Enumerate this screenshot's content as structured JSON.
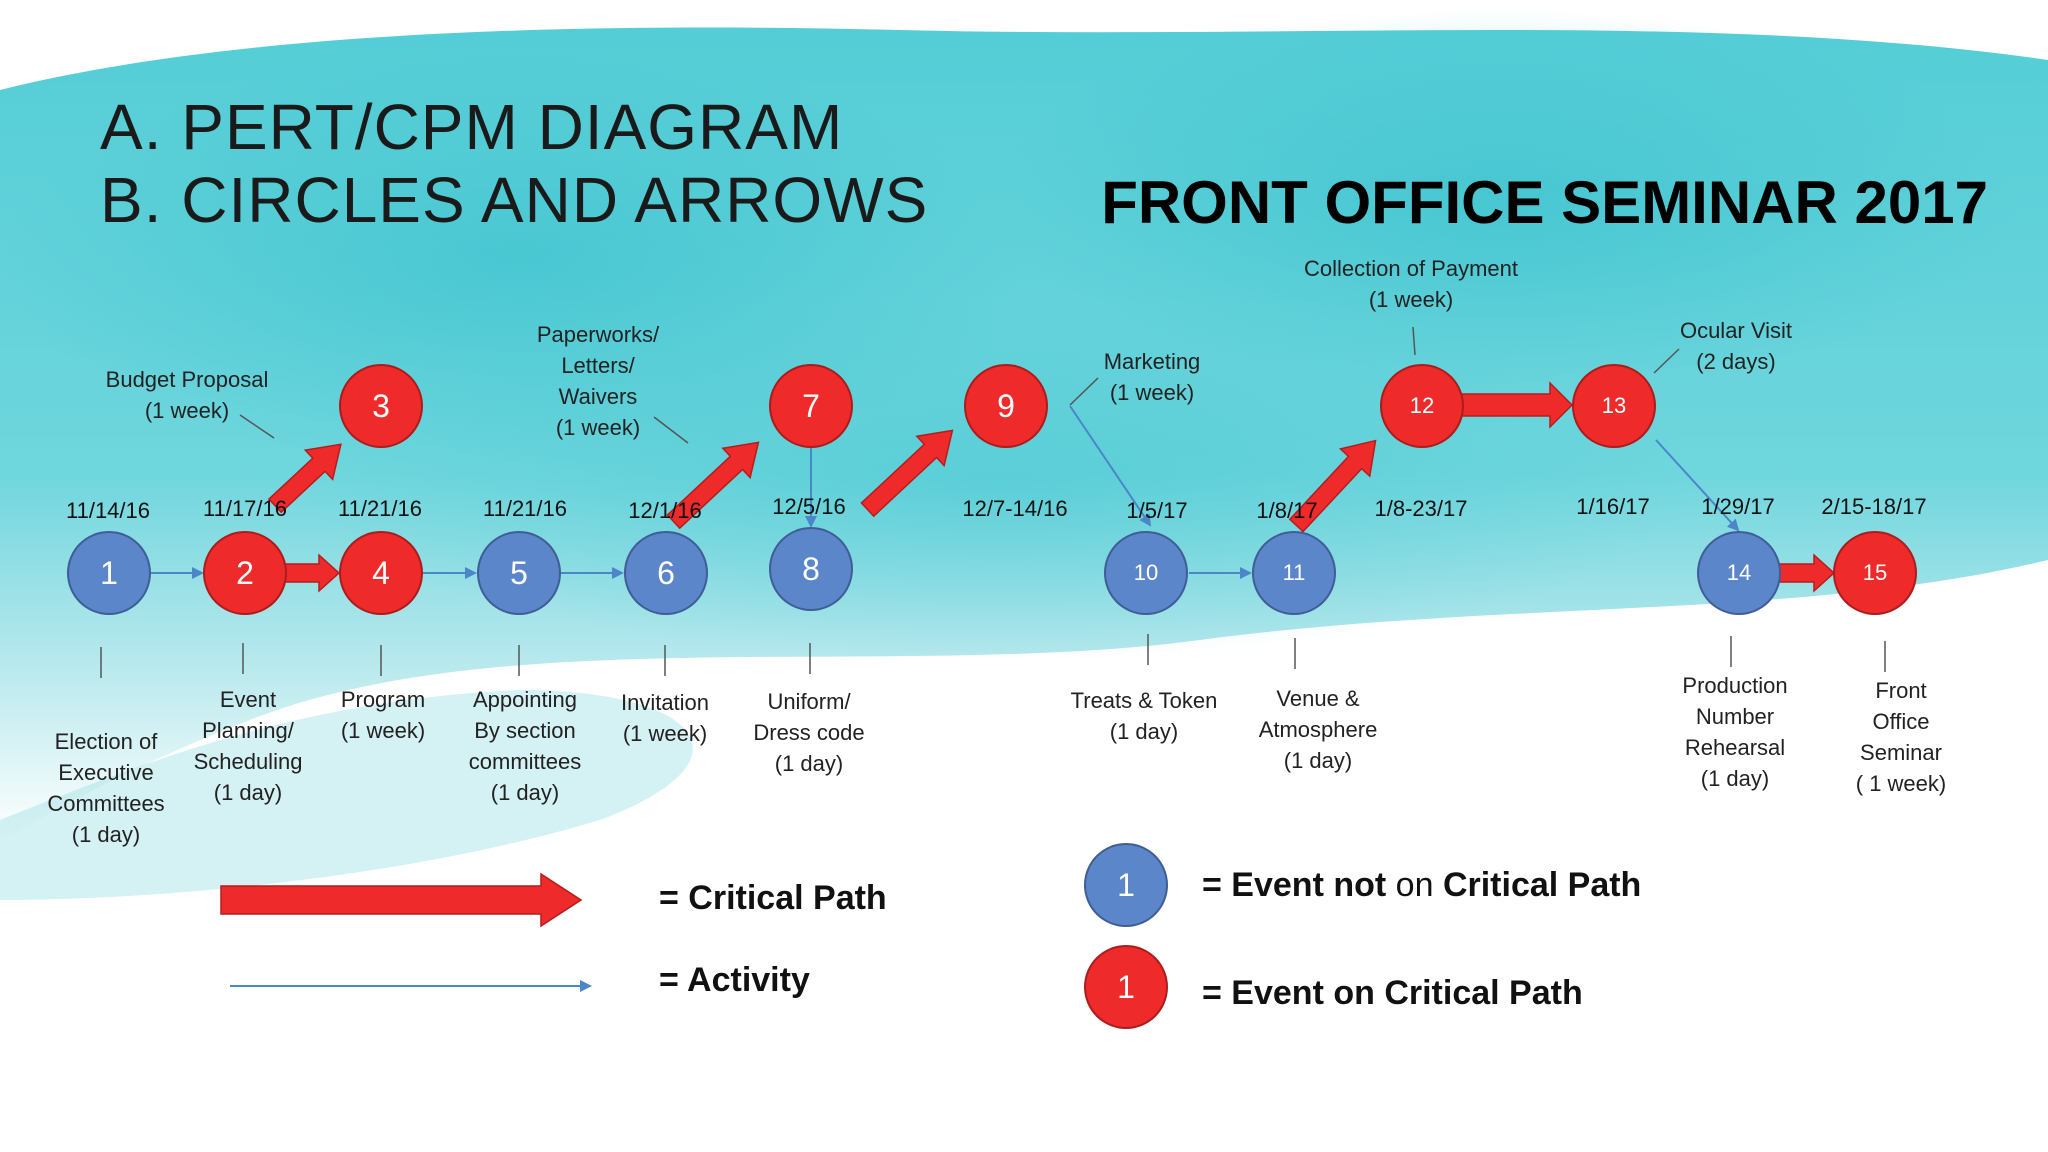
{
  "headings": {
    "line_a": "A. PERT/CPM DIAGRAM",
    "line_b": "B. CIRCLES AND ARROWS",
    "title": "FRONT OFFICE SEMINAR 2017"
  },
  "colors": {
    "critical": "#ee2a2a",
    "non_critical": "#5b86c9",
    "activity_line": "#4a86c8",
    "background_wash": "#3fc6d2"
  },
  "nodes": [
    {
      "id": "1",
      "label": "1",
      "critical": false
    },
    {
      "id": "2",
      "label": "2",
      "critical": true
    },
    {
      "id": "3",
      "label": "3",
      "critical": true
    },
    {
      "id": "4",
      "label": "4",
      "critical": true
    },
    {
      "id": "5",
      "label": "5",
      "critical": false
    },
    {
      "id": "6",
      "label": "6",
      "critical": false
    },
    {
      "id": "7",
      "label": "7",
      "critical": true
    },
    {
      "id": "8",
      "label": "8",
      "critical": false
    },
    {
      "id": "9",
      "label": "9",
      "critical": true
    },
    {
      "id": "10",
      "label": "10",
      "critical": false
    },
    {
      "id": "11",
      "label": "11",
      "critical": false
    },
    {
      "id": "12",
      "label": "12",
      "critical": true
    },
    {
      "id": "13",
      "label": "13",
      "critical": true
    },
    {
      "id": "14",
      "label": "14",
      "critical": false
    },
    {
      "id": "15",
      "label": "15",
      "critical": true
    }
  ],
  "dates": {
    "d1": "11/14/16",
    "d2": "11/17/16",
    "d3": "11/21/16",
    "d4": "11/21/16",
    "d5": "12/1/16",
    "d6": "12/5/16",
    "d7": "12/7-14/16",
    "d8": "1/5/17",
    "d9": "1/8/17",
    "d10": "1/8-23/17",
    "d11": "1/16/17",
    "d12": "1/29/17",
    "d13": "2/15-18/17"
  },
  "upper_labels": {
    "budget": [
      "Budget Proposal",
      "(1 week)"
    ],
    "paperworks": [
      "Paperworks/",
      "Letters/",
      "Waivers",
      "(1 week)"
    ],
    "marketing": [
      "Marketing",
      "(1 week)"
    ],
    "collection": [
      "Collection of Payment",
      "(1 week)"
    ],
    "ocular": [
      "Ocular Visit",
      "(2 days)"
    ]
  },
  "lower_labels": {
    "n1": [
      "Election of",
      "Executive",
      "Committees",
      "(1 day)"
    ],
    "n2": [
      "Event",
      "Planning/",
      "Scheduling",
      "(1 day)"
    ],
    "n4": [
      "Program",
      "(1 week)"
    ],
    "n5": [
      "Appointing",
      "By section",
      "committees",
      "(1 day)"
    ],
    "n6": [
      "Invitation",
      "(1 week)"
    ],
    "n8": [
      "Uniform/",
      "Dress code",
      "(1 day)"
    ],
    "n10": [
      "Treats & Token",
      "(1 day)"
    ],
    "n11": [
      "Venue &",
      "Atmosphere",
      "(1 day)"
    ],
    "n14": [
      "Production",
      "Number",
      "Rehearsal",
      "(1 day)"
    ],
    "n15": [
      "Front",
      "Office",
      "Seminar",
      "( 1 week)"
    ]
  },
  "legend": {
    "critical_path": "= Critical Path",
    "activity": "= Activity",
    "event_not_prefix": "= Event not",
    "event_not_on": "on",
    "event_not_suffix": "Critical Path",
    "event_on": "= Event on Critical Path",
    "blue_sample": "1",
    "red_sample": "1"
  }
}
